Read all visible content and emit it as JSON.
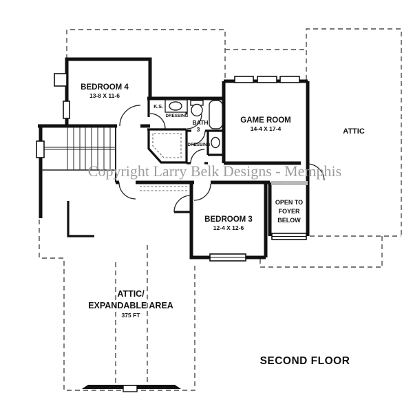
{
  "page": {
    "title": "SECOND FLOOR",
    "watermark": "Copyright Larry Belk Designs - Memphis",
    "colors": {
      "wall": "#111111",
      "line": "#222222",
      "dashed": "#4a4a4a",
      "shelf_dash": "#666666",
      "hatch": "#b9b9b9",
      "watermark": "#9c9c9c",
      "text": "#111111",
      "paper": "#ffffff"
    },
    "rooms": {
      "bedroom4": {
        "name": "BEDROOM 4",
        "dims": "13-8 X 11-6"
      },
      "game_room": {
        "name": "GAME ROOM",
        "dims": "14-4 X 17-4"
      },
      "bedroom3": {
        "name": "BEDROOM 3",
        "dims": "12-4 X 12-6"
      },
      "bath3": {
        "line1": "BATH",
        "line2": "3"
      },
      "ks": "K.S.",
      "dressing_upper": "DRESSING",
      "dressing_lower": "DRESSING",
      "attic": "ATTIC",
      "open_to_foyer": {
        "line1": "OPEN TO",
        "line2": "FOYER",
        "line3": "BELOW"
      },
      "attic_expandable": {
        "line1": "ATTIC/",
        "line2": "EXPANDABLE AREA",
        "area": "375 FT"
      }
    }
  }
}
